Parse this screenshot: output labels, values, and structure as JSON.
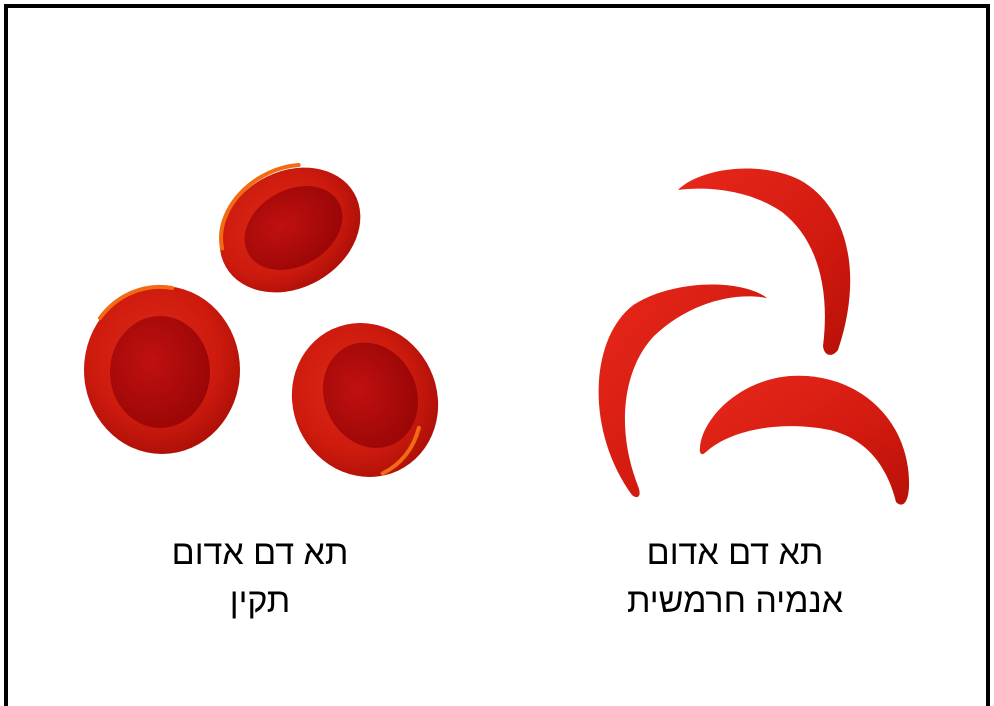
{
  "panels": {
    "normal": {
      "line1": "תא דם אדום",
      "line2": "תקין"
    },
    "sickle": {
      "line1": "תא דם אדום",
      "line2": "אנמיה חרמשית"
    }
  },
  "colors": {
    "cell_red": "#d01810",
    "cell_dark": "#a30808",
    "cell_highlight": "#f26a12",
    "frame": "#000000"
  },
  "icons": {
    "normal_cells": "red-blood-cell-icon",
    "sickle_cells": "sickle-cell-icon"
  }
}
